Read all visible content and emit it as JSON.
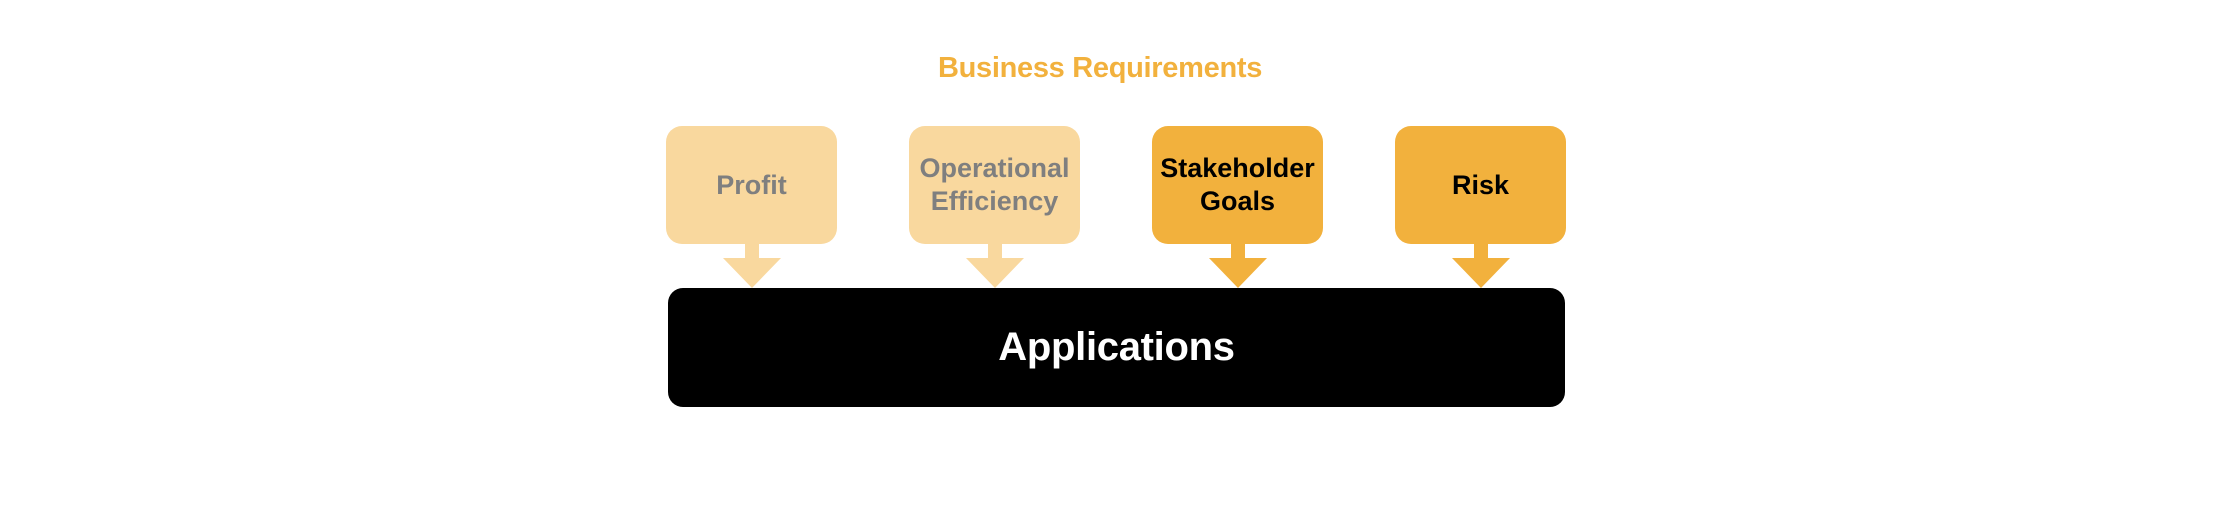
{
  "diagram": {
    "heading": "Business Requirements",
    "requirements": [
      {
        "label": "Profit",
        "muted": true
      },
      {
        "label": "Operational\nEfficiency",
        "muted": true
      },
      {
        "label": "Stakeholder\nGoals",
        "muted": false
      },
      {
        "label": "Risk",
        "muted": false
      }
    ],
    "target": "Applications"
  },
  "colors": {
    "accent": "#F2B13D",
    "muted_fill": "#F9D89E",
    "muted_text": "#7F7F7F",
    "active_text": "#000000",
    "target_fill": "#000000",
    "target_text": "#FFFFFF"
  }
}
